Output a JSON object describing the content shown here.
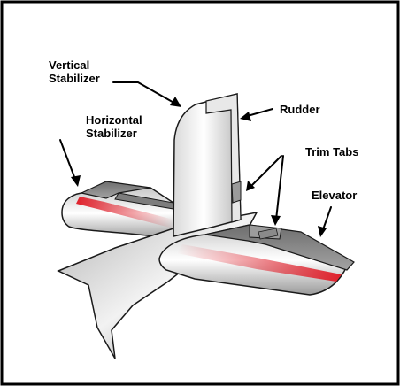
{
  "labels": {
    "vertical_stabilizer_line1": "Vertical",
    "vertical_stabilizer_line2": "Stabilizer",
    "rudder": "Rudder",
    "horizontal_stabilizer_line1": "Horizontal",
    "horizontal_stabilizer_line2": "Stabilizer",
    "trim_tabs": "Trim Tabs",
    "elevator": "Elevator"
  },
  "colors": {
    "frame": "#000000",
    "outline": "#1a1a1a",
    "surface_light": "#ffffff",
    "surface_mid": "#bdbdbd",
    "surface_dark": "#6f6f6f",
    "control_surface": "#8a8a8a",
    "stripe": "#e0202b"
  }
}
